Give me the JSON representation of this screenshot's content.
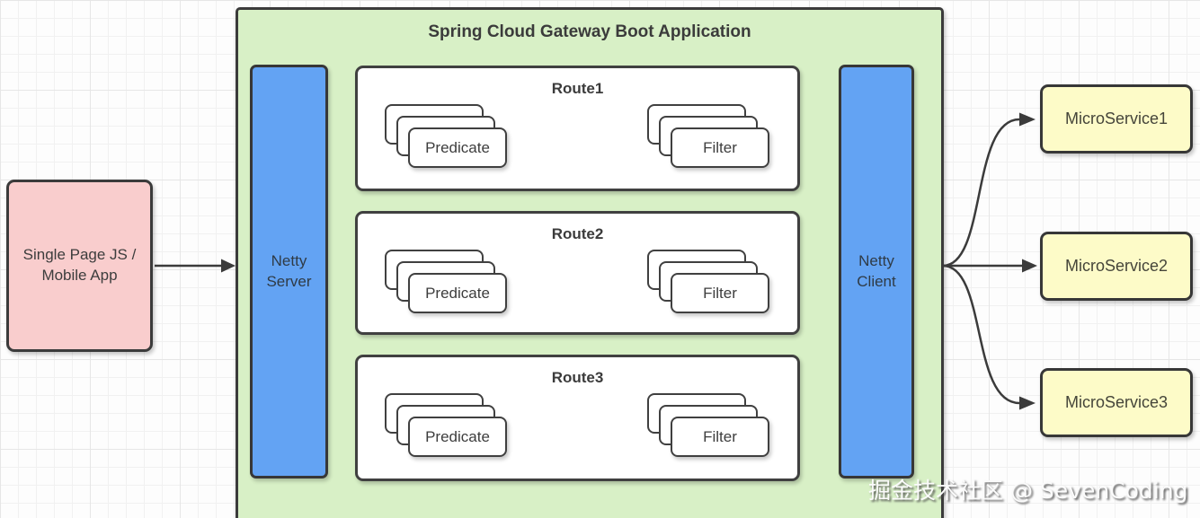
{
  "diagram": {
    "title": "Spring Cloud Gateway Boot Application",
    "client_box": "Single Page JS / Mobile App",
    "netty_server": "Netty Server",
    "netty_client": "Netty Client",
    "routes": [
      {
        "title": "Route1",
        "predicate": "Predicate",
        "filter": "Filter"
      },
      {
        "title": "Route2",
        "predicate": "Predicate",
        "filter": "Filter"
      },
      {
        "title": "Route3",
        "predicate": "Predicate",
        "filter": "Filter"
      }
    ],
    "microservices": [
      "MicroService1",
      "MicroService2",
      "MicroService3"
    ],
    "watermark": "掘金技术社区 @ SevenCoding"
  },
  "colors": {
    "gateway_fill": "#d8f0c6",
    "netty_fill": "#63a3f3",
    "client_fill": "#f9cdcd",
    "microservice_fill": "#fdfbc8",
    "route_fill": "#ffffff",
    "border": "#3b3b3b",
    "arrow": "#3b3b3b"
  }
}
